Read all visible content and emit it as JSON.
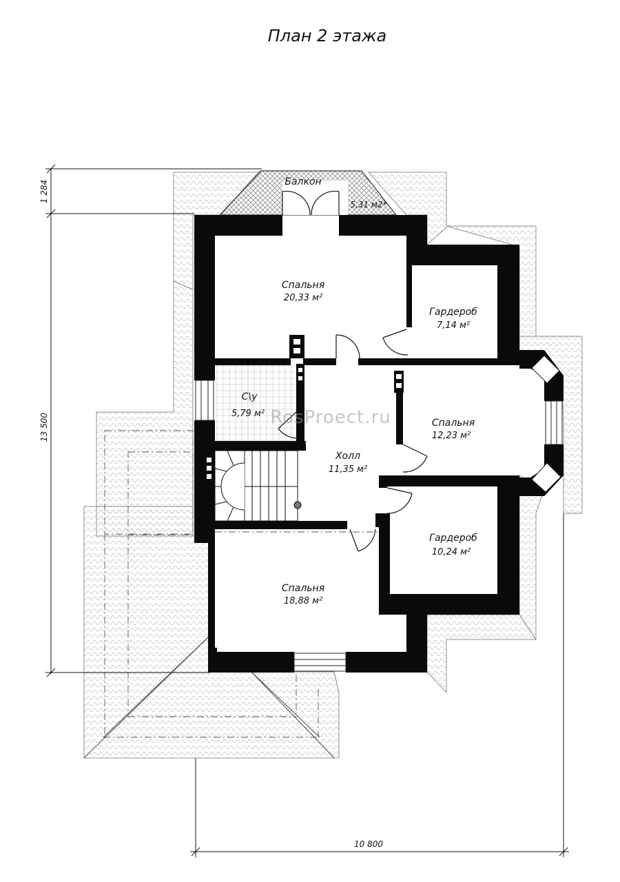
{
  "title": "План 2 этажа",
  "watermark": "RosProect.ru",
  "dimensions": {
    "height_total": "13 500",
    "balcony_depth": "1 284",
    "width_total": "10 800"
  },
  "rooms": [
    {
      "id": "balcony",
      "name": "Балкон",
      "area": "5,31 м2*"
    },
    {
      "id": "bedroom_top",
      "name": "Спальня",
      "area": "20,33 м²"
    },
    {
      "id": "wardrobe_top",
      "name": "Гардероб",
      "area": "7,14 м²"
    },
    {
      "id": "bathroom",
      "name": "С\\у",
      "area": "5,79 м²"
    },
    {
      "id": "bedroom_right",
      "name": "Спальня",
      "area": "12,23 м²"
    },
    {
      "id": "hall",
      "name": "Холл",
      "area": "11,35 м²"
    },
    {
      "id": "wardrobe_bottom",
      "name": "Гардероб",
      "area": "10,24 м²"
    },
    {
      "id": "bedroom_bottom",
      "name": "Спальня",
      "area": "18,88 м²"
    }
  ],
  "colors": {
    "wall": "#0a0a0a",
    "roof_line": "#9b9b9b",
    "balcony_hatch": "#7a7a7a",
    "bath_grid": "#bdbdbd"
  }
}
